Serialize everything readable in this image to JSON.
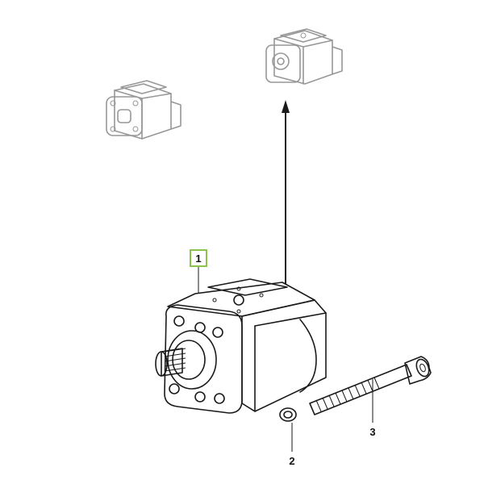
{
  "callouts": {
    "pump": "1",
    "seal_ring": "2",
    "bolt": "3"
  },
  "colors": {
    "highlight_box": "#8bc34a",
    "line": "#1a1a1a",
    "shade": "#c8c8c8"
  }
}
